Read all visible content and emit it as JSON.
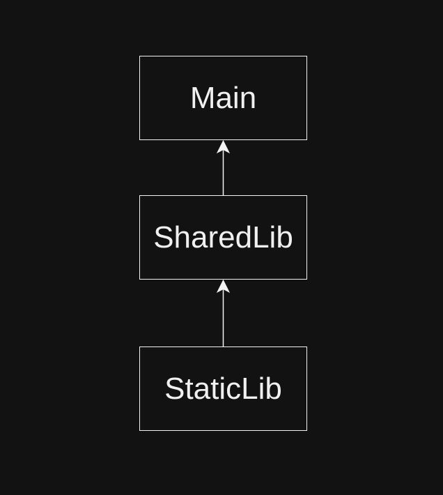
{
  "diagram": {
    "nodes": {
      "main": {
        "label": "Main"
      },
      "sharedlib": {
        "label": "SharedLib"
      },
      "staticlib": {
        "label": "StaticLib"
      }
    },
    "edges": [
      {
        "from": "sharedlib",
        "to": "main"
      },
      {
        "from": "staticlib",
        "to": "sharedlib"
      }
    ]
  },
  "colors": {
    "background": "#121212",
    "stroke": "#f2f2f2",
    "text": "#f0f0f0"
  }
}
